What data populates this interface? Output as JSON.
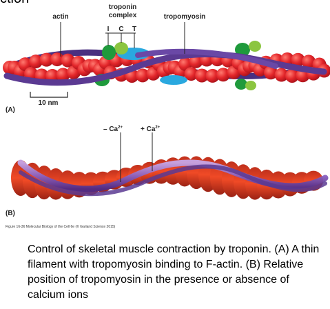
{
  "header_fragment": "ction",
  "panel_a": {
    "label": "(A)",
    "actin_label": "actin",
    "troponin_label_1": "troponin",
    "troponin_label_2": "complex",
    "subunit_i": "I",
    "subunit_c": "C",
    "subunit_t": "T",
    "tropomyosin_label": "tropomyosin",
    "scale_label": "10 nm"
  },
  "panel_b": {
    "label": "(B)",
    "minus_ca_label": "– Ca",
    "plus_ca_label": "+ Ca",
    "ca_superscript": "2+",
    "credit": "Figure 16-36 Molecular Biology of the Cell 6e (© Garland Science 2015)"
  },
  "caption": "Control of skeletal muscle contraction by troponin. (A) A thin filament with tropomyosin binding to F-actin. (B) Relative position of tropomyosin in the presence or absence of calcium ions",
  "colors": {
    "actin_red": "#e3262a",
    "tropomyosin_purple": "#5b3a92",
    "troponin_green": "#1f9a3c",
    "troponin_light_green": "#8bc540",
    "troponin_blue": "#2aa8df"
  }
}
